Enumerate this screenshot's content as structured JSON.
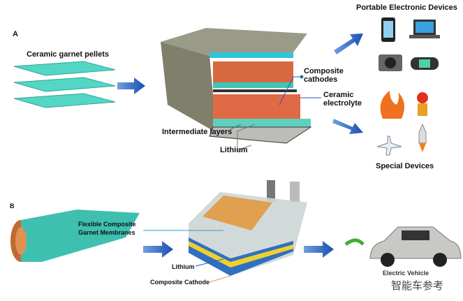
{
  "panel_a": {
    "label": "A",
    "ceramic_pellets": "Ceramic garnet pellets",
    "composite_cathodes": [
      "Composite",
      "cathodes"
    ],
    "ceramic_electrolyte": [
      "Ceramic",
      "electrolyte"
    ],
    "intermediate_layers": "Intermediate layers",
    "lithium": "Lithium",
    "portable_devices": "Portable Electronic Devices",
    "special_devices": "Special Devices"
  },
  "panel_b": {
    "label": "B",
    "membranes": [
      "Flexible Composite",
      "Garnet Membranes"
    ],
    "lithium": "Lithium",
    "composite_cathode": "Composite Cathode",
    "vehicle": "Electric Vehicle"
  },
  "watermark": "智能车参考",
  "colors": {
    "teal": "#3fc6b4",
    "arrow": "#1f5fbf",
    "orange": "#e8a040",
    "yellow": "#f0d030"
  }
}
